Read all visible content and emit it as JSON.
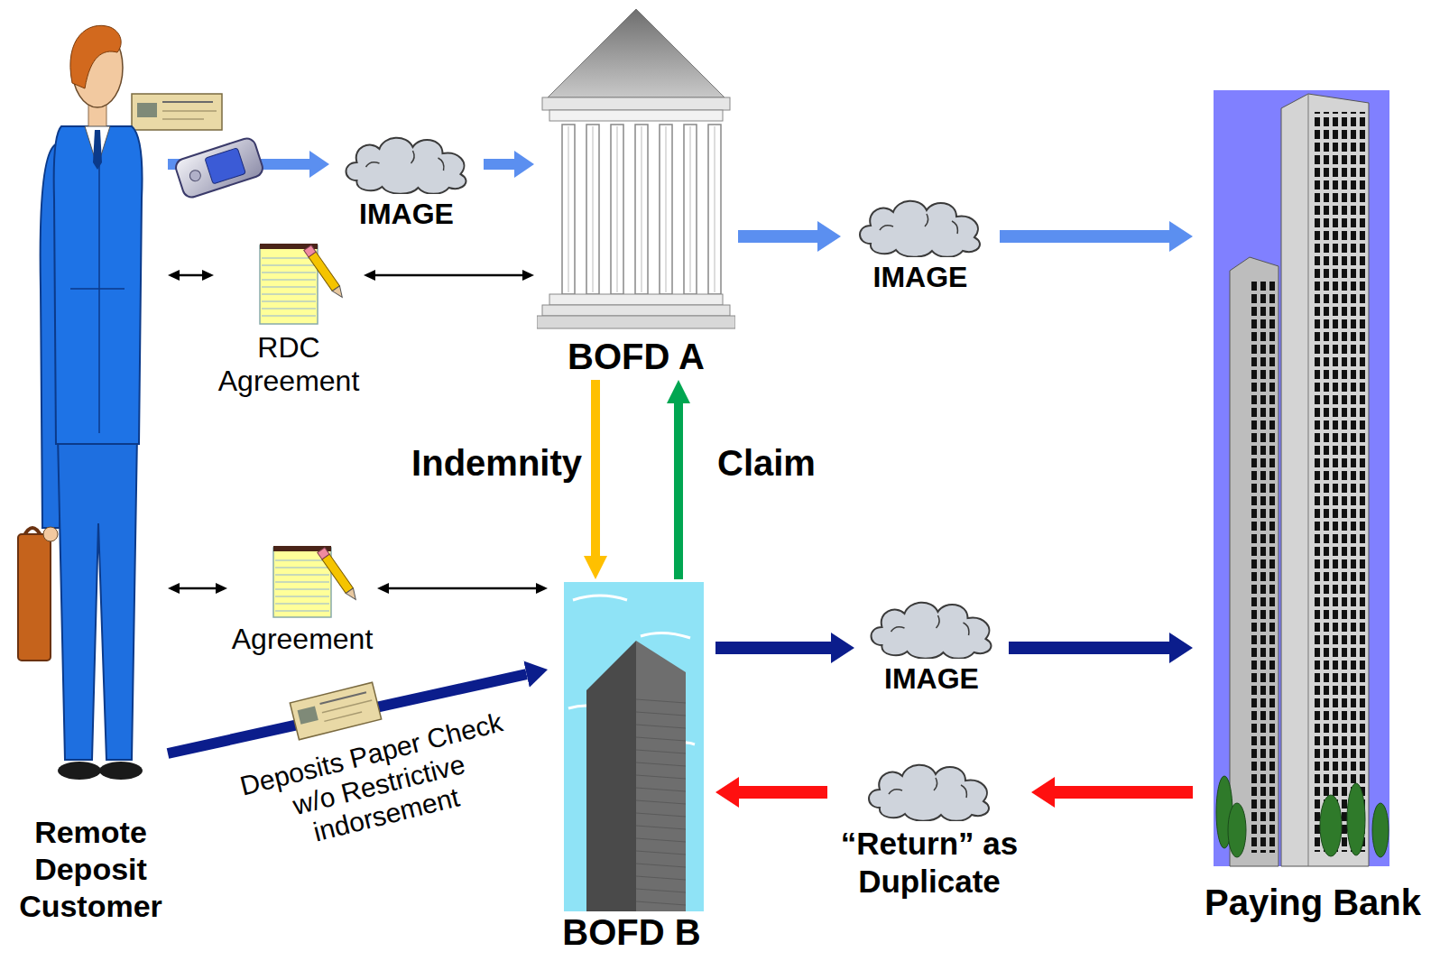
{
  "diagram": {
    "nodes": [
      {
        "text": [
          "Remote Deposit Customer"
        ]
      },
      {
        "text": [
          "IMAGE"
        ]
      },
      {
        "text": [
          "RDC Agreement"
        ]
      },
      {
        "text": [
          "BOFD A"
        ]
      },
      {
        "text": [
          "IMAGE"
        ]
      },
      {
        "text": [
          "Agreement"
        ]
      },
      {
        "text": [
          "BOFD B"
        ]
      },
      {
        "text": [
          "IMAGE"
        ]
      },
      {
        "text": [
          "“Return” as Duplicate"
        ]
      },
      {
        "text": [
          "Paying Bank"
        ]
      }
    ],
    "edges": [
      {
        "from": 0,
        "to": 1,
        "arrow": "to"
      },
      {
        "from": 1,
        "to": 3,
        "arrow": "to"
      },
      {
        "from": 0,
        "to": 2,
        "arrow": "both"
      },
      {
        "from": 2,
        "to": 3,
        "arrow": "both"
      },
      {
        "from": 3,
        "to": 4,
        "arrow": "to"
      },
      {
        "from": 4,
        "to": 9,
        "arrow": "to"
      },
      {
        "from": 3,
        "to": 6,
        "label": "Indemnity",
        "arrow": "to"
      },
      {
        "from": 6,
        "to": 3,
        "label": "Claim",
        "arrow": "to"
      },
      {
        "from": 0,
        "to": 5,
        "arrow": "both"
      },
      {
        "from": 5,
        "to": 6,
        "arrow": "both"
      },
      {
        "from": 0,
        "to": 6,
        "label": "Deposits Paper Check w/o Restrictive indorsement",
        "arrow": "to"
      },
      {
        "from": 6,
        "to": 7,
        "arrow": "to"
      },
      {
        "from": 7,
        "to": 9,
        "arrow": "to"
      },
      {
        "from": 9,
        "to": 8,
        "arrow": "to"
      },
      {
        "from": 8,
        "to": 6,
        "arrow": "to"
      }
    ]
  }
}
